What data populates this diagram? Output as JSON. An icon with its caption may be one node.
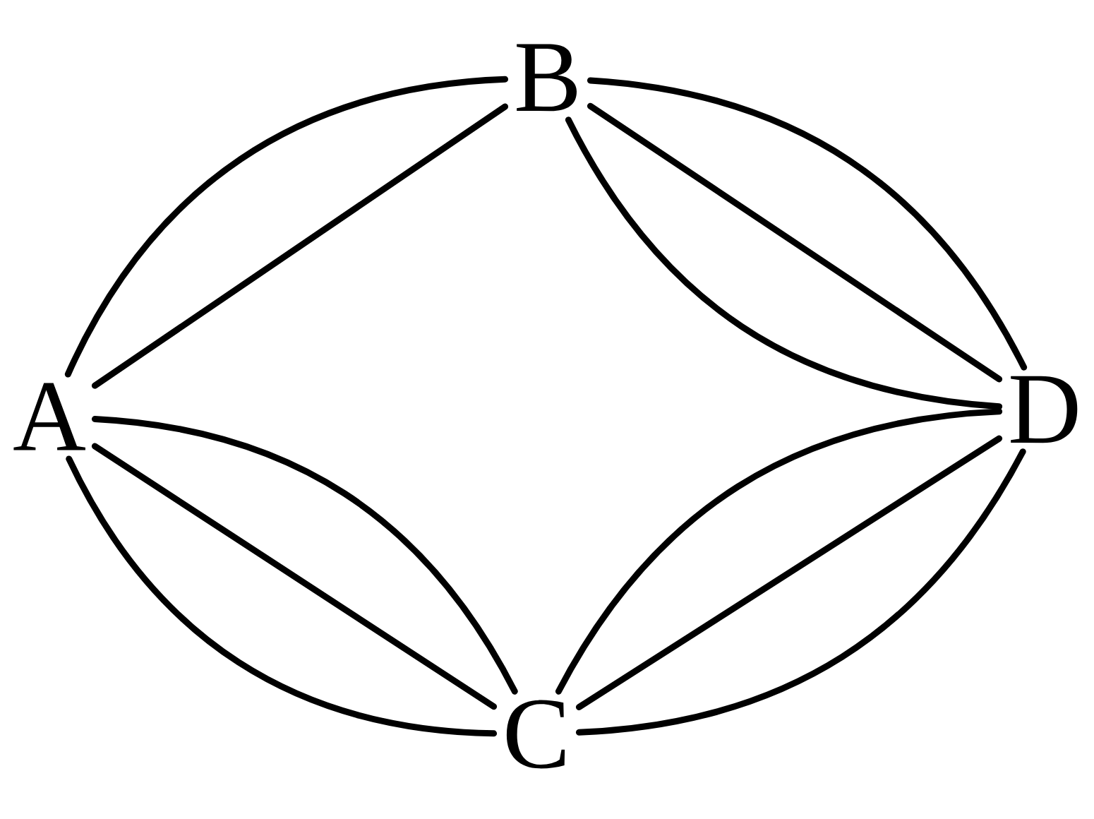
{
  "diagram": {
    "nodes": [
      {
        "text": [
          "A"
        ]
      },
      {
        "text": [
          "B"
        ]
      },
      {
        "text": [
          "C"
        ]
      },
      {
        "text": [
          "D"
        ]
      }
    ],
    "edges": [
      {
        "from": 0,
        "to": 1,
        "arrow": "none"
      },
      {
        "from": 0,
        "to": 1,
        "arrow": "none"
      },
      {
        "from": 1,
        "to": 3,
        "arrow": "none"
      },
      {
        "from": 1,
        "to": 3,
        "arrow": "none"
      },
      {
        "from": 1,
        "to": 3,
        "arrow": "none"
      },
      {
        "from": 0,
        "to": 2,
        "arrow": "none"
      },
      {
        "from": 0,
        "to": 2,
        "arrow": "none"
      },
      {
        "from": 0,
        "to": 2,
        "arrow": "none"
      },
      {
        "from": 2,
        "to": 3,
        "arrow": "none"
      },
      {
        "from": 2,
        "to": 3,
        "arrow": "none"
      },
      {
        "from": 2,
        "to": 3,
        "arrow": "none"
      }
    ]
  }
}
